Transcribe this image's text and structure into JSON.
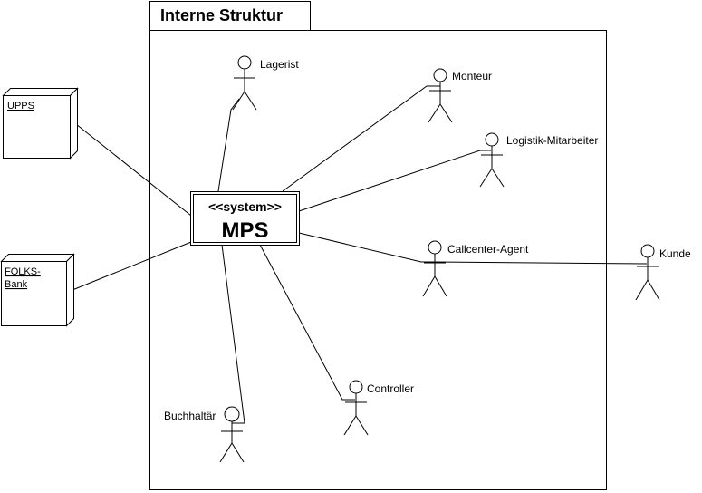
{
  "frame": {
    "title": "Interne Struktur"
  },
  "system": {
    "stereotype": "<<system>>",
    "name": "MPS"
  },
  "nodes": {
    "upps": {
      "label": "UPPS"
    },
    "folks_line1": "FOLKS-",
    "folks_line2": "Bank"
  },
  "actors": {
    "lagerist": "Lagerist",
    "monteur": "Monteur",
    "logistik": "Logistik-Mitarbeiter",
    "callcenter": "Callcenter-Agent",
    "kunde": "Kunde",
    "controller": "Controller",
    "buchhalter": "Buchhaltär"
  }
}
